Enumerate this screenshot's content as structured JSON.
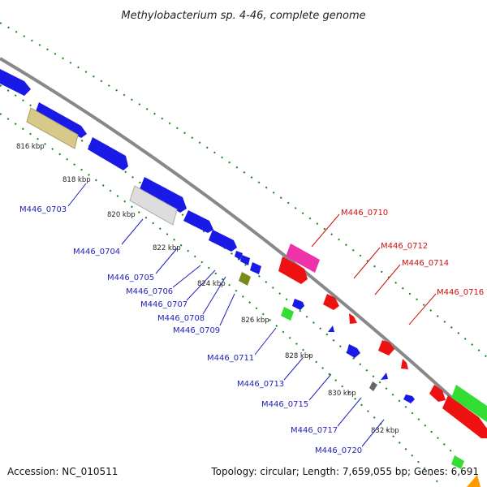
{
  "title": "Methylobacterium sp. 4-46, complete genome",
  "footer": {
    "accession": "Accession: NC_010511",
    "summary": "Topology: circular; Length: 7,659,055 bp; Genes: 6,691"
  },
  "kbp_labels": [
    "816 kbp",
    "818 kbp",
    "820 kbp",
    "822 kbp",
    "824 kbp",
    "826 kbp",
    "828 kbp",
    "830 kbp",
    "832 kbp"
  ],
  "genes_blue": [
    "M446_0703",
    "M446_0704",
    "M446_0705",
    "M446_0706",
    "M446_0707",
    "M446_0708",
    "M446_0709",
    "M446_0711",
    "M446_0713",
    "M446_0715",
    "M446_0717",
    "M446_0720"
  ],
  "genes_red": [
    "M446_0710",
    "M446_0712",
    "M446_0714",
    "M446_0716"
  ],
  "colors": {
    "cds_blue": "#1a1ae6",
    "cds_red": "#ee1111",
    "rna_green": "#33dd33",
    "pseudo_olive": "#d6c98a",
    "pseudo_gray": "#cccccc",
    "magenta": "#ee33aa",
    "olive": "#7a8a1a",
    "backbone": "#888888",
    "tick_green": "#118811",
    "label_blue": "#1f1fb8",
    "label_red": "#cc1111",
    "corner_orange": "#ff9900"
  }
}
